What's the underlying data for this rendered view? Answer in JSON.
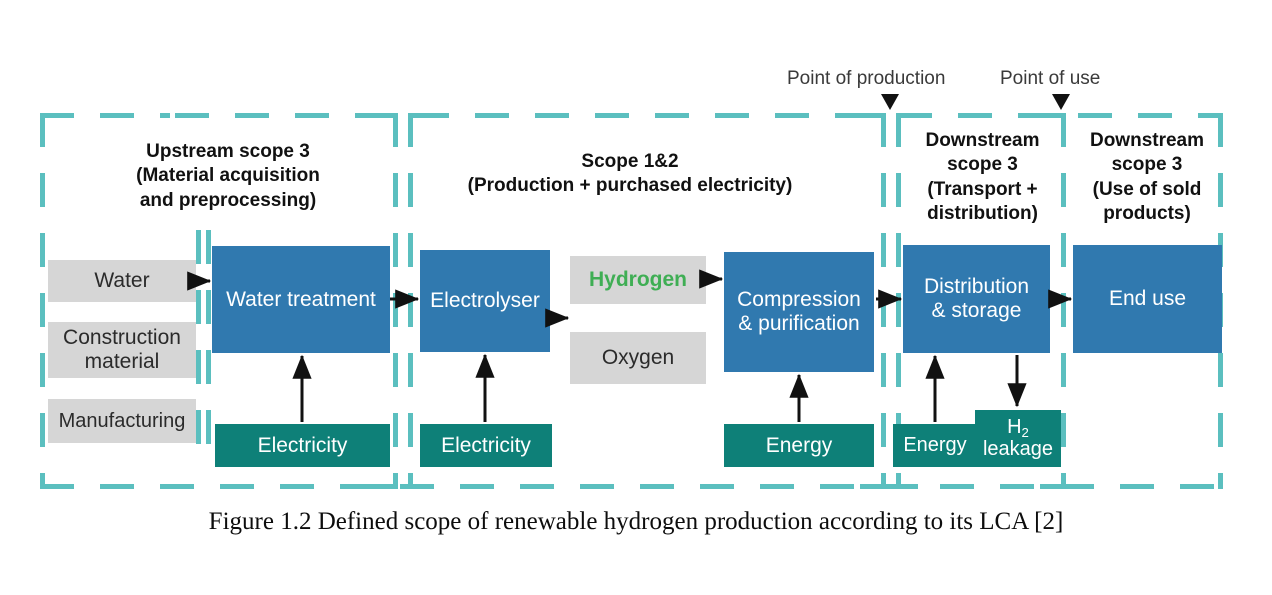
{
  "figure": {
    "caption": "Figure 1.2 Defined scope of renewable hydrogen production according to its LCA [2]"
  },
  "colors": {
    "process_blue": "#3079AF",
    "energy_teal": "#0E8078",
    "input_grey": "#D6D6D6",
    "boundary_teal": "#5BBFBF",
    "hydrogen_green": "#3FAE54",
    "background": "#FFFFFF",
    "arrow_black": "#111111"
  },
  "markers": [
    {
      "id": "point-of-production",
      "label": "Point of production"
    },
    {
      "id": "point-of-use",
      "label": "Point of use"
    }
  ],
  "scopes": [
    {
      "id": "upstream-scope-3",
      "title": "Upstream scope 3\n(Material acquisition\nand preprocessing)"
    },
    {
      "id": "scope-1-2",
      "title": "Scope 1&2\n(Production + purchased electricity)"
    },
    {
      "id": "downstream-scope-3-transport",
      "title": "Downstream\nscope 3\n(Transport +\ndistribution)"
    },
    {
      "id": "downstream-scope-3-use",
      "title": "Downstream\nscope 3\n(Use of sold\nproducts)"
    }
  ],
  "nodes": {
    "water": "Water",
    "construction_material": "Construction\nmaterial",
    "manufacturing": "Manufacturing",
    "water_treatment": "Water treatment",
    "electricity_1": "Electricity",
    "electrolyser": "Electrolyser",
    "electricity_2": "Electricity",
    "hydrogen": "Hydrogen",
    "oxygen": "Oxygen",
    "compression_purification": "Compression\n& purification",
    "energy_1": "Energy",
    "distribution_storage": "Distribution\n& storage",
    "energy_2": "Energy",
    "h2_leakage_line1": "H",
    "h2_leakage_sub": "2",
    "h2_leakage_line2": "leakage",
    "end_use": "End use"
  }
}
